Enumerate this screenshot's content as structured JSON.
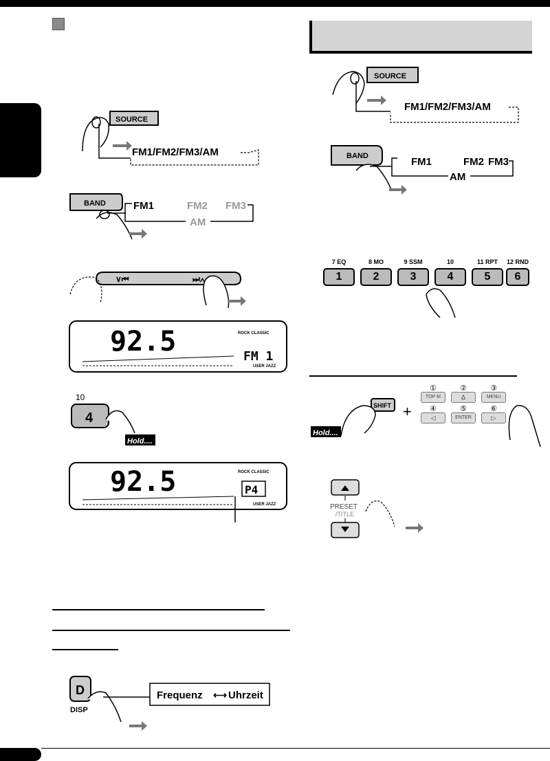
{
  "buttons": {
    "source": "SOURCE",
    "band": "BAND",
    "shift": "SHIFT",
    "disp_d": "D",
    "disp_label": "DISP",
    "preset_label": "PRESET",
    "title_label": "/TITLE",
    "preset_4_big": "4",
    "preset_4_top": "10"
  },
  "flow": {
    "source_cycle": "FM1/FM2/FM3/AM",
    "band_fm1": "FM1",
    "band_fm2": "FM2",
    "band_fm3": "FM3",
    "band_am": "AM",
    "disp_freq": "Frequenz",
    "disp_time": "Uhrzeit"
  },
  "hold_label": "Hold....",
  "display": {
    "frequency": "92.5",
    "band_indicator": "FM 1",
    "preset_indicator": "P4",
    "eq_top": "ROCK CLASSIC",
    "eq_bottom": "USER JAZZ"
  },
  "preset_keys": [
    {
      "top": "7 EQ",
      "num": "1"
    },
    {
      "top": "8 MO",
      "num": "2"
    },
    {
      "top": "9 SSM",
      "num": "3"
    },
    {
      "top": "10",
      "num": "4"
    },
    {
      "top": "11 RPT",
      "num": "5"
    },
    {
      "top": "12 RND",
      "num": "6"
    }
  ],
  "remote_keys": [
    {
      "circ": "①",
      "label": "TOP M"
    },
    {
      "circ": "②",
      "label": "Δ"
    },
    {
      "circ": "③",
      "label": "MENU"
    },
    {
      "circ": "④",
      "label": "◁"
    },
    {
      "circ": "⑤",
      "label": "ENTER"
    },
    {
      "circ": "⑥",
      "label": "▷"
    }
  ],
  "plus": "+"
}
